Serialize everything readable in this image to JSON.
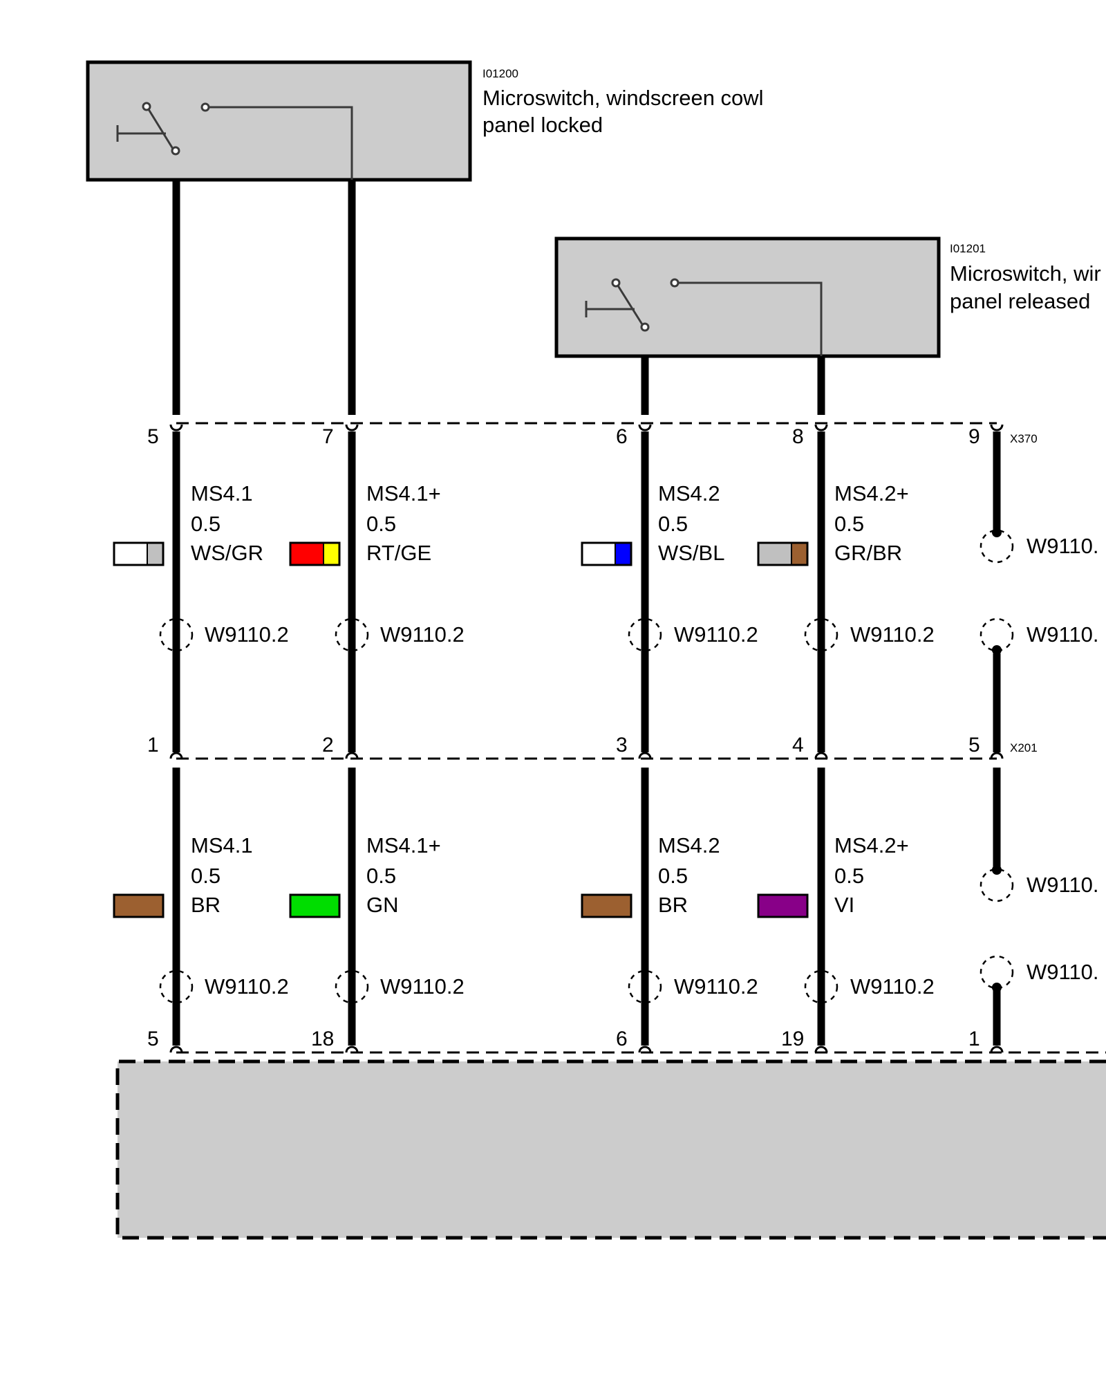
{
  "components": [
    {
      "id": "I01200",
      "title_lines": [
        "Microswitch, windscreen cowl",
        "panel locked"
      ]
    },
    {
      "id": "I01201",
      "title_lines": [
        "Microswitch, wir",
        "panel released"
      ]
    }
  ],
  "connectors": [
    {
      "name": "X370",
      "label": "X370"
    },
    {
      "name": "X201",
      "label": "X201"
    }
  ],
  "wires_upper": [
    {
      "pin_top": "5",
      "pin_bottom": "1",
      "signal": "MS4.1",
      "cross_section": "0.5",
      "color_code": "WS/GR",
      "colors": [
        "#ffffff",
        "#c0c0c0"
      ],
      "shield_ref": "W9110.2"
    },
    {
      "pin_top": "7",
      "pin_bottom": "2",
      "signal": "MS4.1+",
      "cross_section": "0.5",
      "color_code": "RT/GE",
      "colors": [
        "#ff0000",
        "#ffff00"
      ],
      "shield_ref": "W9110.2"
    },
    {
      "pin_top": "6",
      "pin_bottom": "3",
      "signal": "MS4.2",
      "cross_section": "0.5",
      "color_code": "WS/BL",
      "colors": [
        "#ffffff",
        "#0000ff"
      ],
      "shield_ref": "W9110.2"
    },
    {
      "pin_top": "8",
      "pin_bottom": "4",
      "signal": "MS4.2+",
      "cross_section": "0.5",
      "color_code": "GR/BR",
      "colors": [
        "#c0c0c0",
        "#9c6030"
      ],
      "shield_ref": "W9110.2"
    }
  ],
  "wires_lower": [
    {
      "pin_bottom": "5",
      "signal": "MS4.1",
      "cross_section": "0.5",
      "color_code": "BR",
      "colors": [
        "#9c6030"
      ],
      "shield_ref": "W9110.2"
    },
    {
      "pin_bottom": "18",
      "signal": "MS4.1+",
      "cross_section": "0.5",
      "color_code": "GN",
      "colors": [
        "#00dd00"
      ],
      "shield_ref": "W9110.2"
    },
    {
      "pin_bottom": "6",
      "signal": "MS4.2",
      "cross_section": "0.5",
      "color_code": "BR",
      "colors": [
        "#9c6030"
      ],
      "shield_ref": "W9110.2"
    },
    {
      "pin_bottom": "19",
      "signal": "MS4.2+",
      "cross_section": "0.5",
      "color_code": "VI",
      "colors": [
        "#880088"
      ],
      "shield_ref": "W9110.2"
    }
  ],
  "shield_wire": {
    "pin_x370": "9",
    "pin_x201": "5",
    "pin_bottom": "1",
    "refs": [
      "W9110.",
      "W9110.",
      "W9110.",
      "W9110."
    ]
  }
}
